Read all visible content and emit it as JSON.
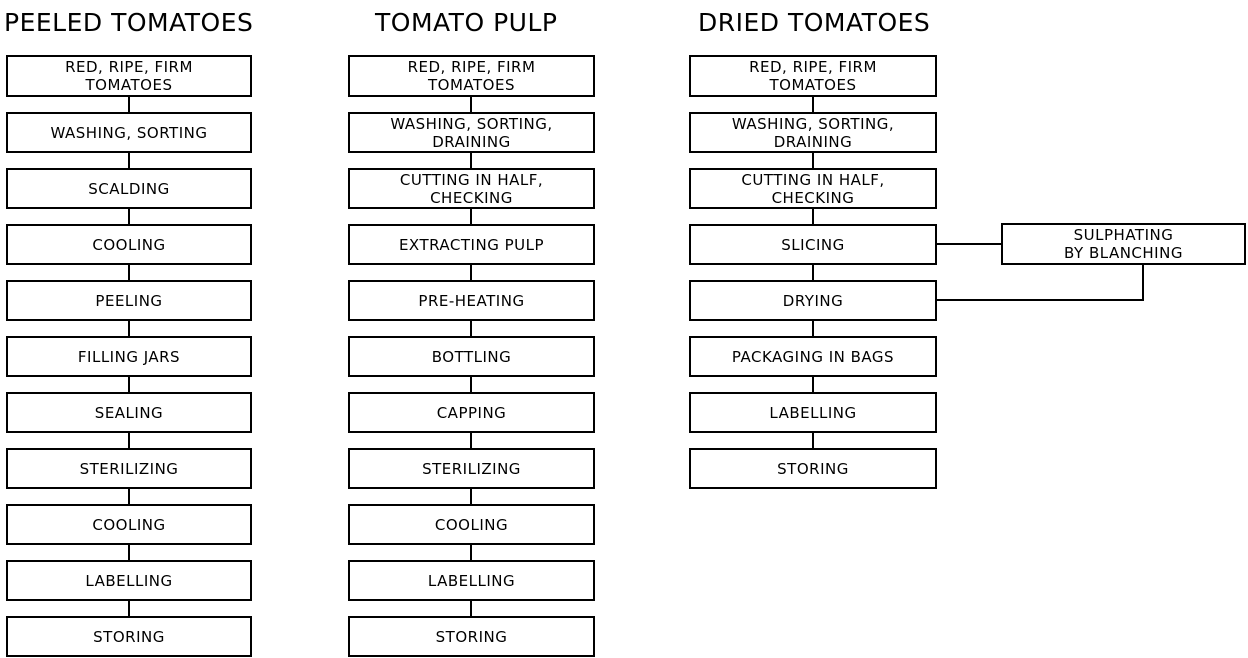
{
  "columns": [
    {
      "title": "PEELED TOMATOES",
      "steps": [
        "RED, RIPE, FIRM\nTOMATOES",
        "WASHING, SORTING",
        "SCALDING",
        "COOLING",
        "PEELING",
        "FILLING JARS",
        "SEALING",
        "STERILIZING",
        "COOLING",
        "LABELLING",
        "STORING"
      ]
    },
    {
      "title": "TOMATO PULP",
      "steps": [
        "RED, RIPE, FIRM\nTOMATOES",
        "WASHING, SORTING,\nDRAINING",
        "CUTTING IN HALF,\nCHECKING",
        "EXTRACTING PULP",
        "PRE-HEATING",
        "BOTTLING",
        "CAPPING",
        "STERILIZING",
        "COOLING",
        "LABELLING",
        "STORING"
      ]
    },
    {
      "title": "DRIED TOMATOES",
      "steps": [
        "RED, RIPE, FIRM\nTOMATOES",
        "WASHING, SORTING,\nDRAINING",
        "CUTTING IN HALF,\nCHECKING",
        "SLICING",
        "DRYING",
        "PACKAGING IN BAGS",
        "LABELLING",
        "STORING"
      ]
    }
  ],
  "side_step": "SULPHATING\nBY BLANCHING"
}
